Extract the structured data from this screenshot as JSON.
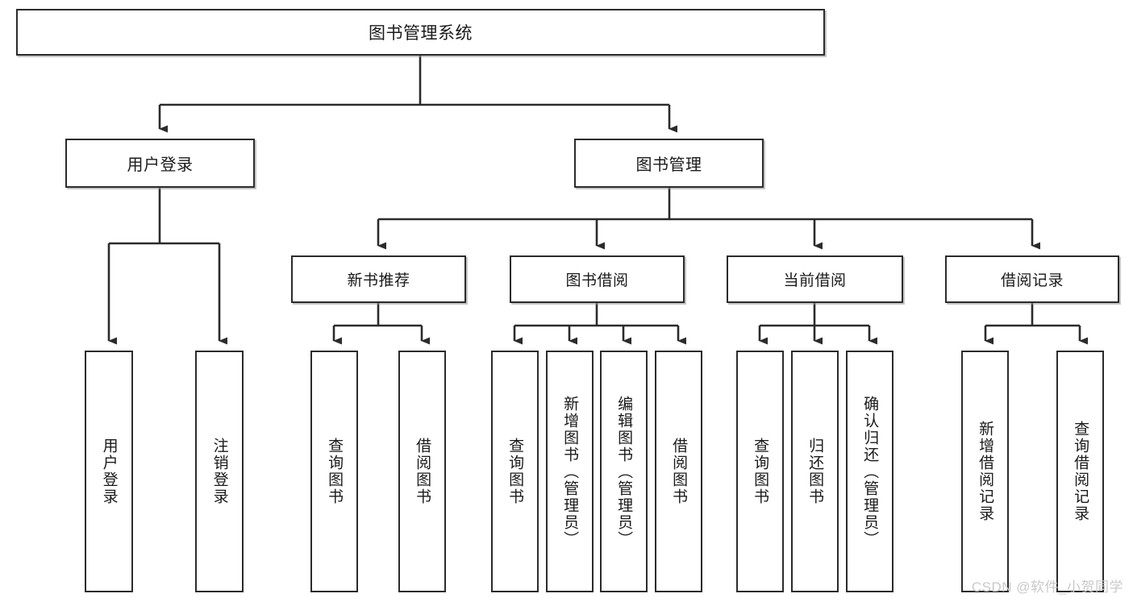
{
  "diagram": {
    "type": "tree",
    "title": "图书管理系统",
    "orientation": "top-down",
    "colors": {
      "box_border": "#2b2b2b",
      "box_fill": "#ffffff",
      "connector": "#2b2b2b",
      "text": "#1a1a1a",
      "watermark": "#c9c9c9"
    },
    "root": {
      "label": "图书管理系统"
    },
    "level2": [
      {
        "label": "用户登录"
      },
      {
        "label": "图书管理"
      }
    ],
    "level3": [
      {
        "label": "新书推荐"
      },
      {
        "label": "图书借阅"
      },
      {
        "label": "当前借阅"
      },
      {
        "label": "借阅记录"
      }
    ],
    "leaves": [
      {
        "label": "用户登录",
        "parent": "用户登录"
      },
      {
        "label": "注销登录",
        "parent": "用户登录"
      },
      {
        "label": "查询图书",
        "parent": "新书推荐"
      },
      {
        "label": "借阅图书",
        "parent": "新书推荐"
      },
      {
        "label": "查询图书",
        "parent": "图书借阅"
      },
      {
        "label": "新增图书（管理员）",
        "parent": "图书借阅"
      },
      {
        "label": "编辑图书（管理员）",
        "parent": "图书借阅"
      },
      {
        "label": "借阅图书",
        "parent": "图书借阅"
      },
      {
        "label": "查询图书",
        "parent": "当前借阅"
      },
      {
        "label": "归还图书",
        "parent": "当前借阅"
      },
      {
        "label": "确认归还（管理员）",
        "parent": "当前借阅"
      },
      {
        "label": "新增借阅记录",
        "parent": "借阅记录"
      },
      {
        "label": "查询借阅记录",
        "parent": "借阅记录"
      }
    ]
  },
  "watermark": {
    "text": "CSDN @软件_小贺同学"
  }
}
